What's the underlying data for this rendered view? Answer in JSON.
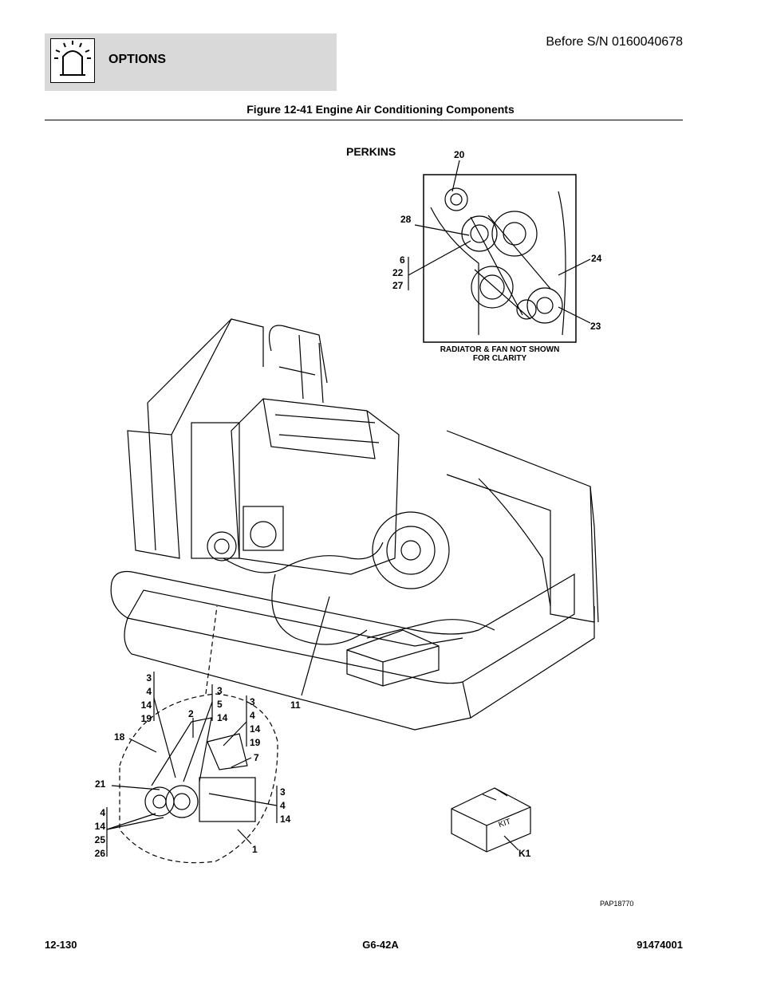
{
  "header": {
    "section": "OPTIONS",
    "serial_note": "Before S/N 0160040678"
  },
  "figure": {
    "title": "Figure 12-41 Engine Air Conditioning Components",
    "inset_heading": "PERKINS",
    "inset_caption_line1": "RADIATOR & FAN NOT SHOWN",
    "inset_caption_line2": "FOR CLARITY",
    "kit_text": "KIT",
    "image_ref": "PAP18770"
  },
  "callouts": {
    "c20": "20",
    "c28": "28",
    "c6": "6",
    "c22": "22",
    "c27": "27",
    "c24": "24",
    "c23": "23",
    "c11": "11",
    "g1": [
      "3",
      "4",
      "14",
      "19"
    ],
    "c2": "2",
    "g2": [
      "3",
      "5",
      "14"
    ],
    "g3": [
      "3",
      "4",
      "14",
      "19"
    ],
    "c18": "18",
    "c7": "7",
    "c21": "21",
    "g4": [
      "3",
      "4",
      "14"
    ],
    "g5": [
      "4",
      "14",
      "25",
      "26"
    ],
    "c1": "1",
    "k1": "K1"
  },
  "footer": {
    "page": "12-130",
    "model": "G6-42A",
    "doc_number": "91474001"
  }
}
